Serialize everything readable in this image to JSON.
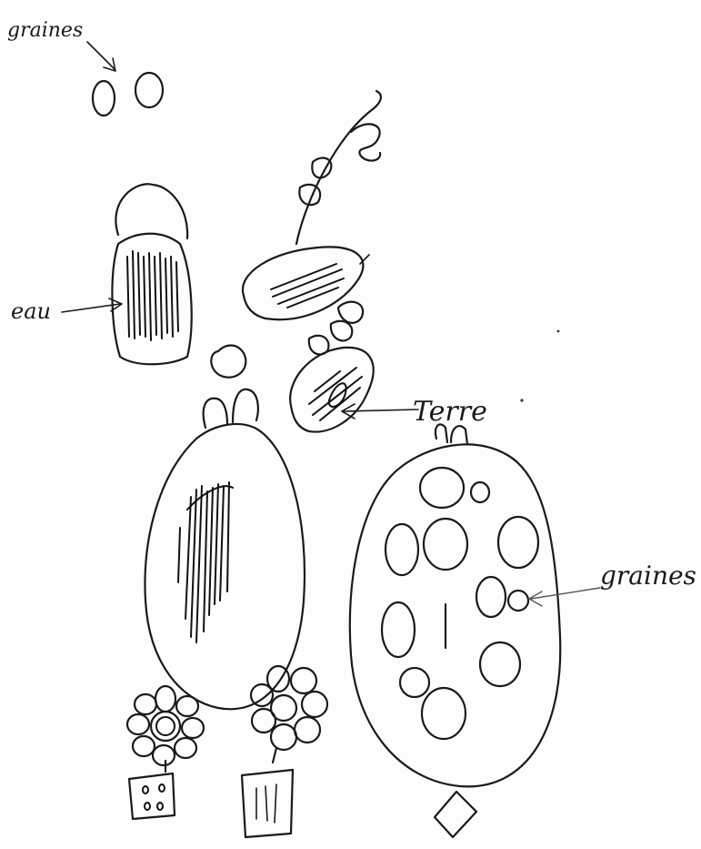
{
  "labels": {
    "seeds_top": "graines",
    "water": "eau",
    "soil": "Terre",
    "seeds_right": "graines"
  },
  "colors": {
    "ink": "#1a1a1a",
    "paper": "#fdfdfd"
  }
}
